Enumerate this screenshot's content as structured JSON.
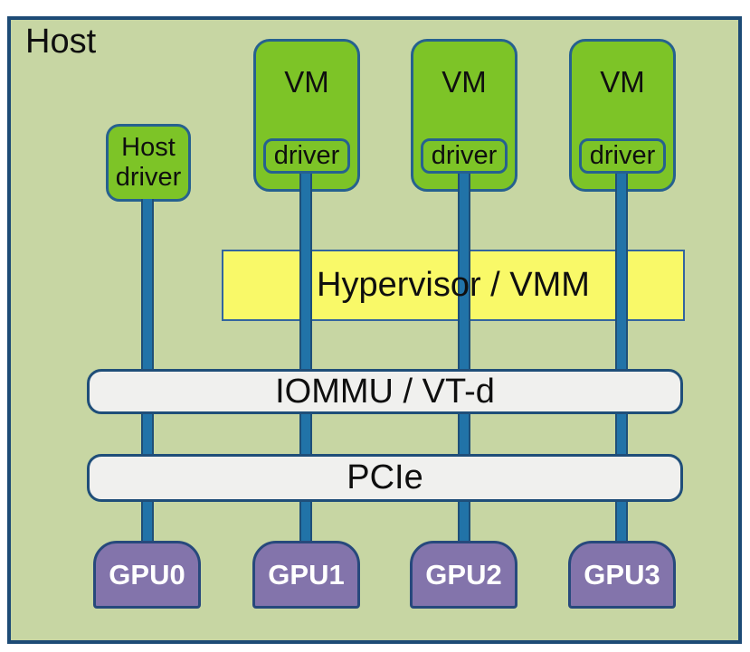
{
  "diagram": {
    "host": {
      "label": "Host"
    },
    "host_driver": {
      "line1": "Host",
      "line2": "driver"
    },
    "vms": [
      {
        "label": "VM",
        "driver": "driver"
      },
      {
        "label": "VM",
        "driver": "driver"
      },
      {
        "label": "VM",
        "driver": "driver"
      }
    ],
    "hypervisor": {
      "label": "Hypervisor / VMM"
    },
    "iommu": {
      "label": "IOMMU / VT-d"
    },
    "pcie": {
      "label": "PCIe"
    },
    "gpus": [
      {
        "label": "GPU0"
      },
      {
        "label": "GPU1"
      },
      {
        "label": "GPU2"
      },
      {
        "label": "GPU3"
      }
    ],
    "colors": {
      "host_bg": "#c7d6a3",
      "outline_navy": "#1d4b76",
      "box_green": "#7dc427",
      "green_border": "#26618f",
      "hypervisor_yellow": "#f9f968",
      "bus_gray": "#f0f0ee",
      "gpu_purple": "#8374ab",
      "connector_blue": "#2173a8",
      "text_dark": "#0f0f0f",
      "gpu_text": "#ffffff"
    }
  }
}
